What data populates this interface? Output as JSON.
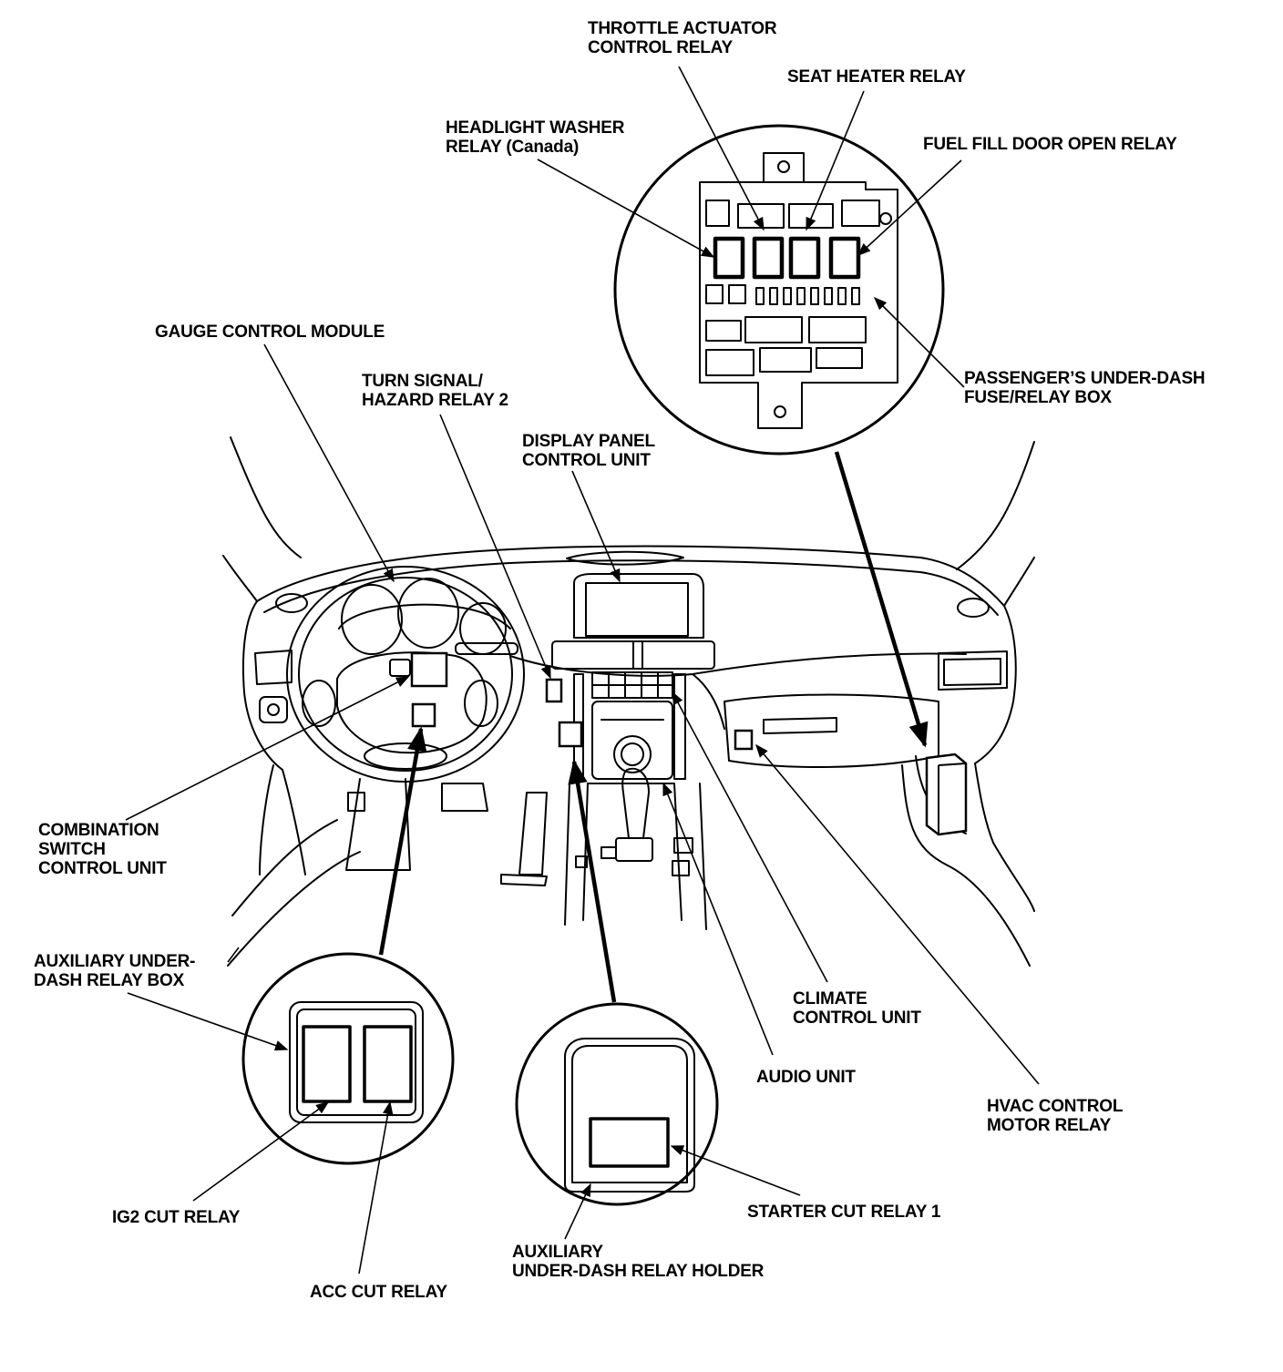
{
  "labels": {
    "throttle_actuator": [
      "THROTTLE ACTUATOR",
      "CONTROL RELAY"
    ],
    "seat_heater": [
      "SEAT HEATER RELAY"
    ],
    "headlight_washer": [
      "HEADLIGHT WASHER",
      "RELAY (Canada)"
    ],
    "fuel_fill_door": [
      "FUEL FILL DOOR OPEN RELAY"
    ],
    "gauge_control": [
      "GAUGE CONTROL MODULE"
    ],
    "turn_signal": [
      "TURN SIGNAL/",
      "HAZARD RELAY 2"
    ],
    "display_panel": [
      "DISPLAY PANEL",
      "CONTROL UNIT"
    ],
    "passenger_box": [
      "PASSENGER’S UNDER-DASH",
      "FUSE/RELAY BOX"
    ],
    "combination_switch": [
      "COMBINATION",
      "SWITCH",
      "CONTROL UNIT"
    ],
    "aux_relay_box": [
      "AUXILIARY UNDER-",
      "DASH RELAY BOX"
    ],
    "climate_control": [
      "CLIMATE",
      "CONTROL UNIT"
    ],
    "audio_unit": [
      "AUDIO UNIT"
    ],
    "hvac_relay": [
      "HVAC CONTROL",
      "MOTOR RELAY"
    ],
    "ig2_cut": [
      "IG2 CUT RELAY"
    ],
    "starter_cut": [
      "STARTER CUT RELAY 1"
    ],
    "acc_cut": [
      "ACC CUT RELAY"
    ],
    "aux_relay_holder": [
      "AUXILIARY",
      "UNDER-DASH RELAY HOLDER"
    ]
  },
  "colors": {
    "ink": "#000000",
    "paper": "#ffffff"
  }
}
